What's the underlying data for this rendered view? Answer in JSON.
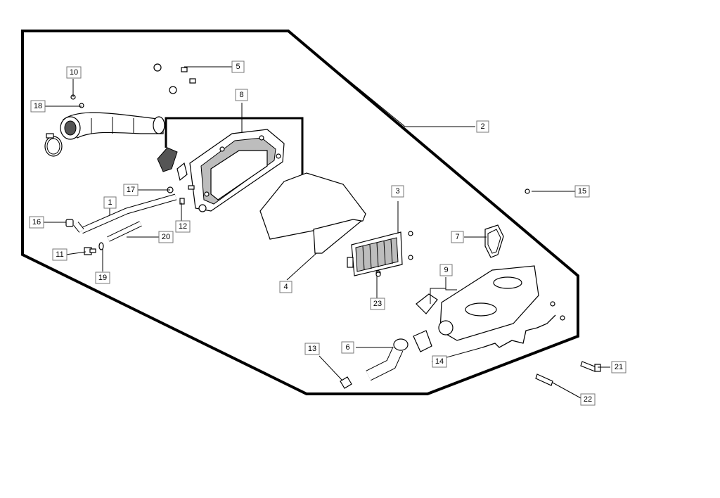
{
  "diagram": {
    "kind": "exploded-parts-diagram",
    "callouts": [
      "1",
      "2",
      "3",
      "4",
      "5",
      "6",
      "7",
      "8",
      "9",
      "10",
      "11",
      "12",
      "13",
      "14",
      "15",
      "16",
      "17",
      "18",
      "19",
      "20",
      "21",
      "22",
      "23"
    ]
  }
}
